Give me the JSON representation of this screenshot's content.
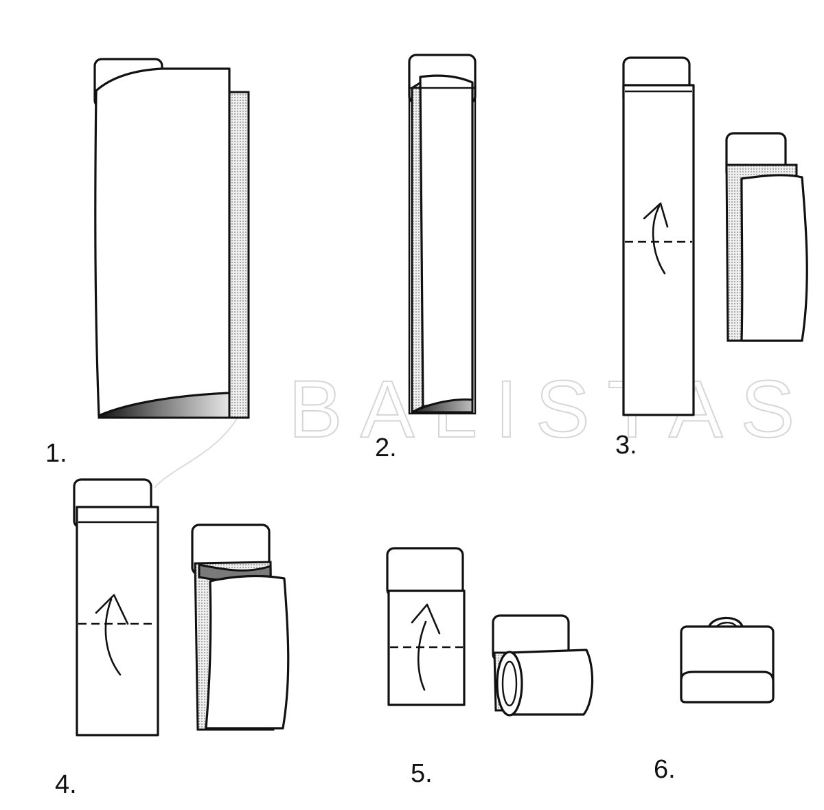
{
  "watermark": "BALISTAS",
  "steps": [
    {
      "label": "1."
    },
    {
      "label": "2."
    },
    {
      "label": "3."
    },
    {
      "label": "4."
    },
    {
      "label": "5."
    },
    {
      "label": "6."
    }
  ],
  "colors": {
    "line": "#111111",
    "shade": "#c8c8c8",
    "background": "#ffffff",
    "watermark": "#d6d6d6"
  }
}
